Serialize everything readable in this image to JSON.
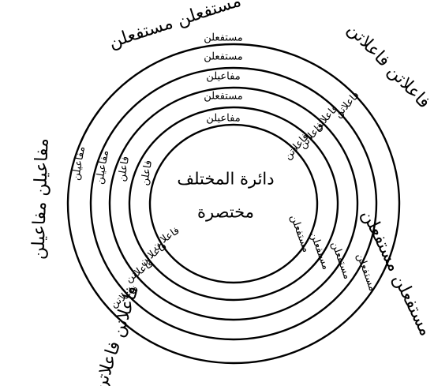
{
  "diagram": {
    "center_title_line1": "دائرة المختلف",
    "center_title_line2": "مختصرة",
    "meters": {
      "top": "مستفعلن مستفعلن",
      "right_top": "فاعلاتن فاعلاتن",
      "left": "مفاعيلن مفاعيلن",
      "bottom_right": "مستفعلن مستفعلن",
      "bottom_left": "فاعلاتن فاعلاتن"
    },
    "segments": {
      "top": [
        "مستفعلن",
        "مستفعلن",
        "مفاعيلن",
        "مستفعلن",
        "مفاعيلن"
      ],
      "upper_right": [
        "فاعلاتن",
        "فاعلاتن",
        "فاعلاتن",
        "فاعلاتن"
      ],
      "left": [
        "مفاعيلن",
        "مفاعيلن",
        "فاعلن",
        "فاعلن"
      ],
      "lower_right": [
        "مستفعلن",
        "مستفعلن",
        "مستفعلن",
        "مستفعلن"
      ],
      "lower_left": [
        "فاعلاتن",
        "فاعلاتن",
        "فاعلاتن",
        "فاعلاتن"
      ]
    }
  }
}
